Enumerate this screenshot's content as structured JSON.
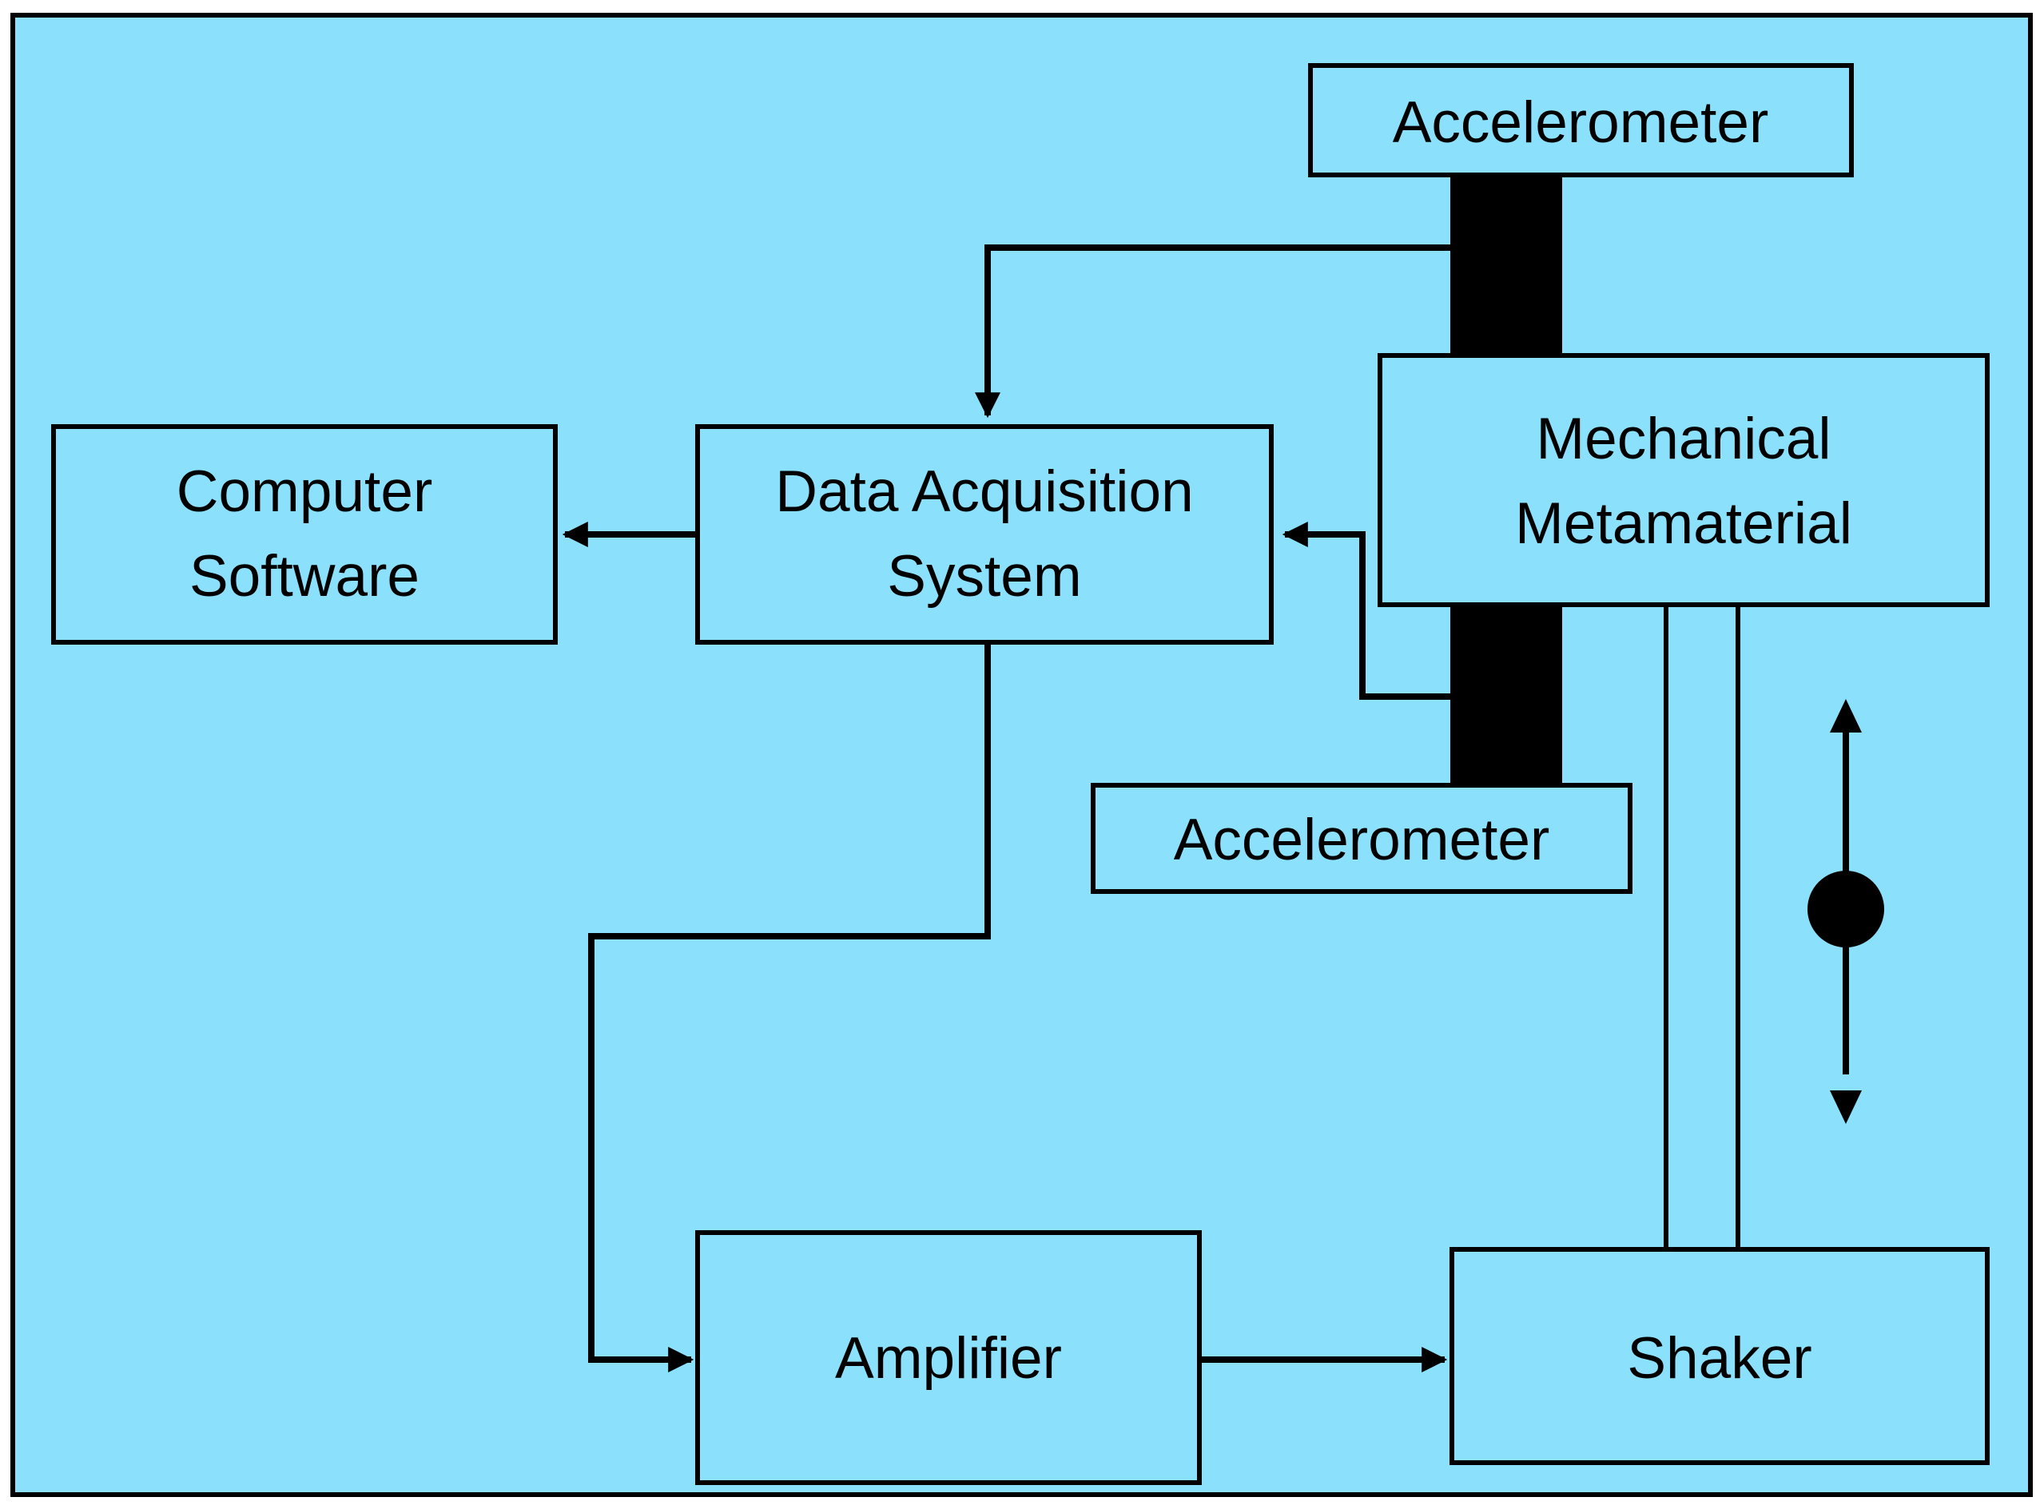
{
  "colors": {
    "background": "#8be1fc",
    "stroke": "#000000",
    "fill": "#000000"
  },
  "nodes": {
    "accelerometer_top": {
      "label": "Accelerometer"
    },
    "accelerometer_bottom": {
      "label": "Accelerometer"
    },
    "computer_software": {
      "line1": "Computer",
      "line2": "Software"
    },
    "data_acquisition": {
      "line1": "Data Acquisition",
      "line2": "System"
    },
    "mechanical_metamaterial": {
      "line1": "Mechanical",
      "line2": "Metamaterial"
    },
    "amplifier": {
      "label": "Amplifier"
    },
    "shaker": {
      "label": "Shaker"
    }
  }
}
